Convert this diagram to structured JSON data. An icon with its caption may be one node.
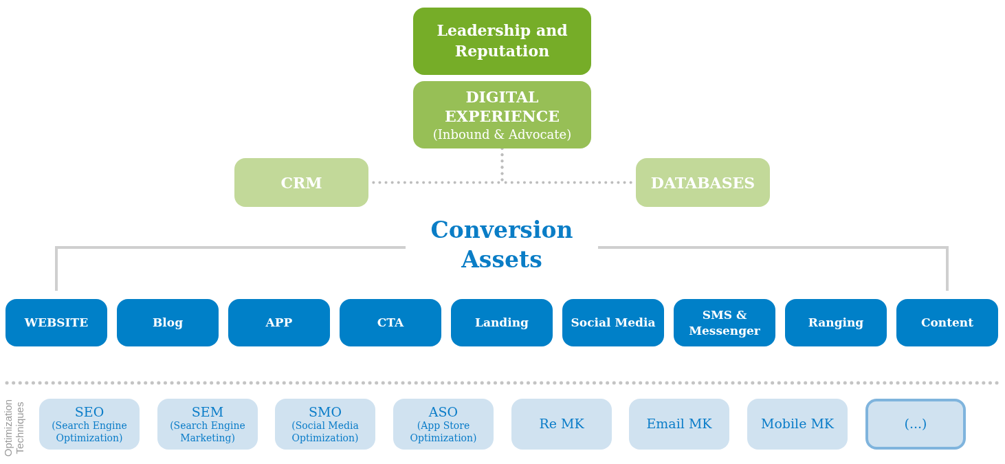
{
  "diagram": {
    "nodes": [
      {
        "text": [
          "Leadership and Reputation"
        ]
      },
      {
        "text": [
          "DIGITAL EXPERIENCE",
          "(Inbound & Advocate)"
        ]
      },
      {
        "text": [
          "CRM"
        ]
      },
      {
        "text": [
          "DATABASES"
        ]
      },
      {
        "text": [
          "Conversion Assets"
        ]
      },
      {
        "text": [
          "WEBSITE"
        ]
      },
      {
        "text": [
          "Blog"
        ]
      },
      {
        "text": [
          "APP"
        ]
      },
      {
        "text": [
          "CTA"
        ]
      },
      {
        "text": [
          "Landing"
        ]
      },
      {
        "text": [
          "Social Media"
        ]
      },
      {
        "text": [
          "SMS & Messenger"
        ]
      },
      {
        "text": [
          "Ranging"
        ]
      },
      {
        "text": [
          "Content"
        ]
      },
      {
        "text": [
          "SEO",
          "(Search Engine Optimization)"
        ]
      },
      {
        "text": [
          "SEM",
          "(Search Engine Marketing)"
        ]
      },
      {
        "text": [
          "SMO",
          "(Social Media Optimization)"
        ]
      },
      {
        "text": [
          "ASO",
          "(App Store Optimization)"
        ]
      },
      {
        "text": [
          "Re MK"
        ]
      },
      {
        "text": [
          "Email MK"
        ]
      },
      {
        "text": [
          "Mobile MK"
        ]
      },
      {
        "text": [
          "(...)"
        ]
      }
    ],
    "edges": [
      {
        "from": 1,
        "to": 2,
        "arrow": "none",
        "style": "dashed"
      },
      {
        "from": 1,
        "to": 3,
        "arrow": "none",
        "style": "dashed"
      },
      {
        "from": 4,
        "to": 5,
        "arrow": "none"
      },
      {
        "from": 4,
        "to": 13,
        "arrow": "none"
      }
    ],
    "labels": [
      "Optimization Techniques"
    ]
  }
}
